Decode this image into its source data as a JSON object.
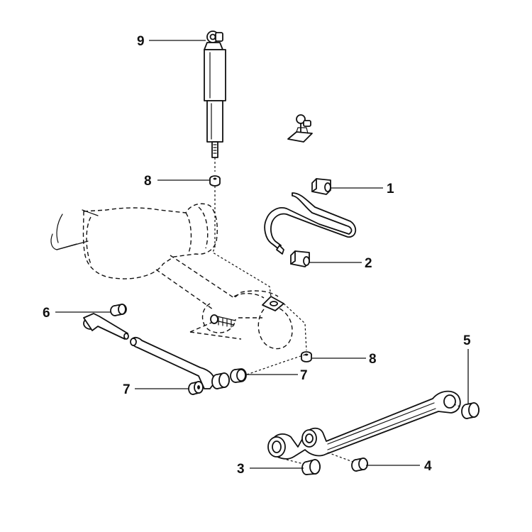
{
  "callouts": {
    "c1": "1",
    "c2": "2",
    "c3": "3",
    "c4": "4",
    "c5": "5",
    "c6": "6",
    "c7a": "7",
    "c7b": "7",
    "c8a": "8",
    "c8b": "8",
    "c9": "9"
  },
  "colors": {
    "line": "#111111",
    "background": "#ffffff"
  }
}
